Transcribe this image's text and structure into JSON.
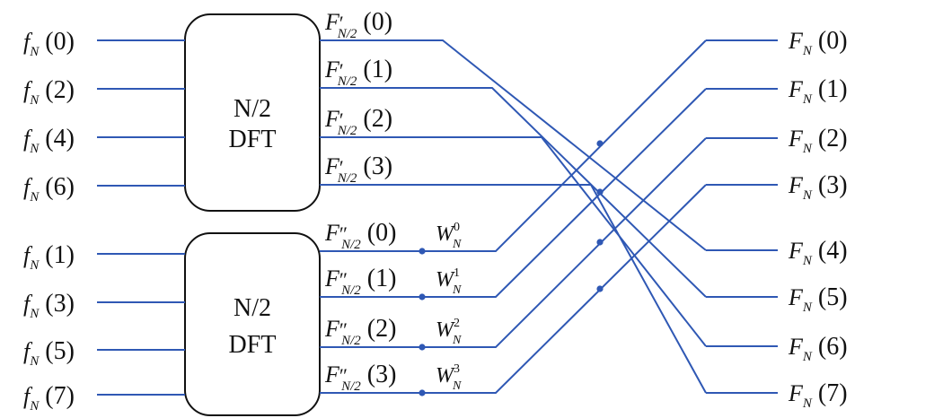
{
  "diagram": {
    "colors": {
      "wire": "#2f58b4",
      "box_stroke": "#111111",
      "text": "#111111"
    },
    "top_block": {
      "line1": "N/2",
      "line2": "DFT"
    },
    "bottom_block": {
      "line1": "N/2",
      "line2": "DFT"
    },
    "input_symbol": "f",
    "input_subscript": "N",
    "inputs_top": [
      "0",
      "2",
      "4",
      "6"
    ],
    "inputs_bottom": [
      "1",
      "3",
      "5",
      "7"
    ],
    "intermediate_symbol": "F",
    "intermediate_subscript": "N/2",
    "intermediate_prime": "′",
    "intermediate_double_prime": "″",
    "intermediates_top": [
      "0",
      "1",
      "2",
      "3"
    ],
    "intermediates_bottom": [
      "0",
      "1",
      "2",
      "3"
    ],
    "twiddle_symbol": "W",
    "twiddle_subscript": "N",
    "twiddle_exponents": [
      "0",
      "1",
      "2",
      "3"
    ],
    "output_symbol": "F",
    "output_subscript": "N",
    "outputs": [
      "0",
      "1",
      "2",
      "3",
      "4",
      "5",
      "6",
      "7"
    ]
  }
}
